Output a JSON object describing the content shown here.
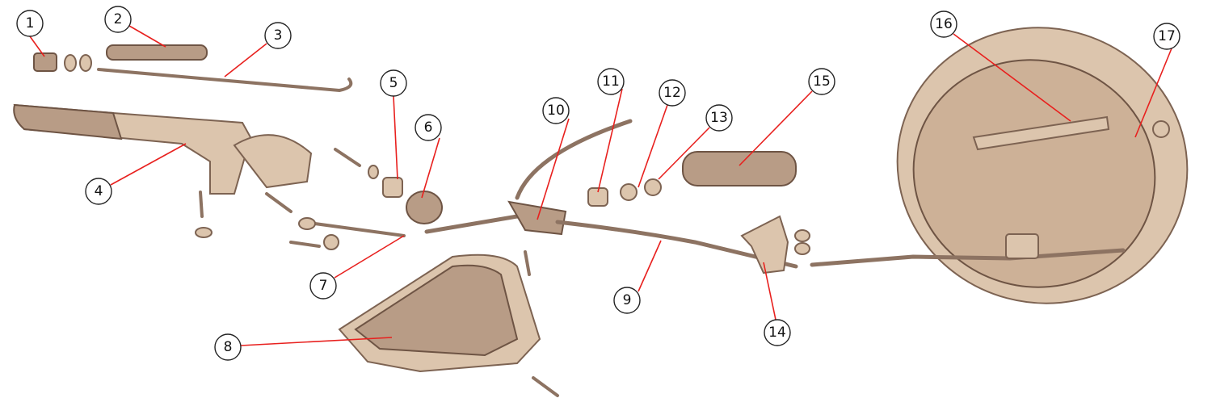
{
  "diagram": {
    "type": "exploded parts diagram",
    "callouts": [
      "1",
      "2",
      "3",
      "4",
      "5",
      "6",
      "7",
      "8",
      "9",
      "10",
      "11",
      "12",
      "13",
      "14",
      "15",
      "16",
      "17"
    ]
  },
  "colors": {
    "leader": "#e8201e",
    "part": "#dcc5ad",
    "outline": "#7d6352"
  }
}
